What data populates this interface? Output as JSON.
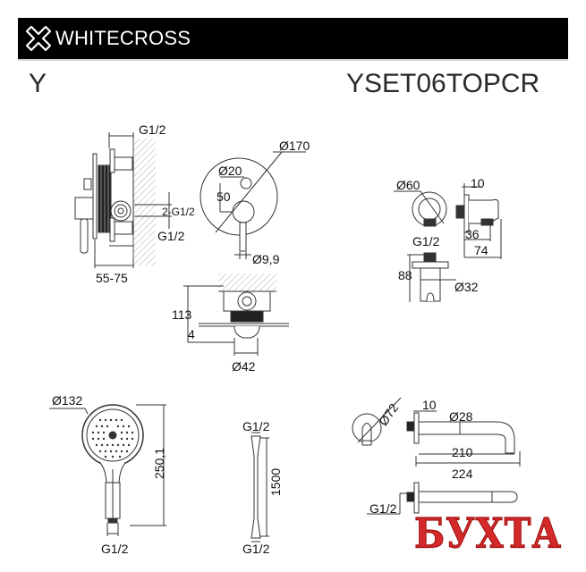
{
  "header": {
    "brand": "WHITECROSS",
    "logo_icon": "cross-logo-icon",
    "background_color": "#000000",
    "text_color": "#ffffff"
  },
  "title": {
    "series": "Y",
    "model": "YSET06TOPCR"
  },
  "drawings": {
    "mixer_side": {
      "labels": [
        "G1/2",
        "2-G1/2",
        "G1/2",
        "55-75"
      ]
    },
    "mixer_front": {
      "labels": [
        "Ø170",
        "Ø20",
        "50",
        "Ø9,9"
      ]
    },
    "mixer_top": {
      "labels": [
        "113",
        "4",
        "Ø42"
      ]
    },
    "wall_outlet": {
      "labels": [
        "Ø60",
        "G1/2",
        "88",
        "Ø32",
        "10",
        "36",
        "74"
      ]
    },
    "hand_shower": {
      "labels": [
        "Ø132",
        "250,1",
        "G1/2"
      ]
    },
    "hose": {
      "labels": [
        "G1/2",
        "1500",
        "G1/2"
      ]
    },
    "spout": {
      "labels": [
        "Ø72",
        "10",
        "Ø28",
        "210",
        "224",
        "G1/2"
      ]
    }
  },
  "watermark": {
    "text": "БУХТА",
    "color": "#d42a2a"
  }
}
